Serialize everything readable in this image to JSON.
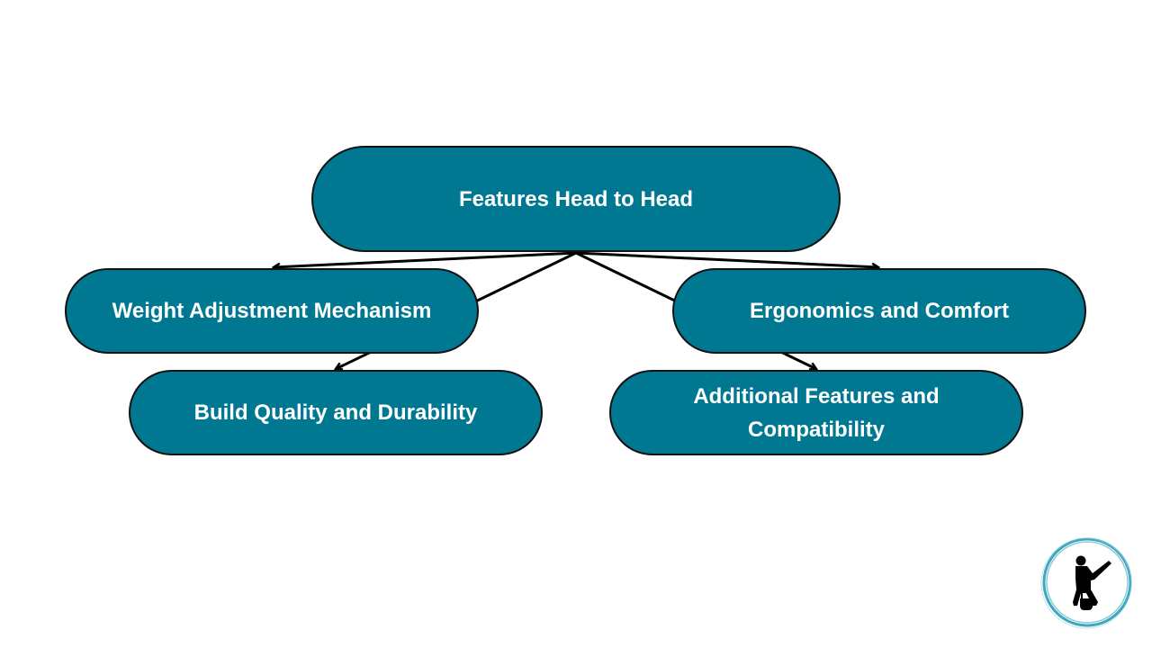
{
  "diagram": {
    "type": "hierarchy",
    "root": {
      "label": "Features Head to Head"
    },
    "nodes": [
      {
        "id": "weight",
        "label": "Weight Adjustment Mechanism"
      },
      {
        "id": "ergo",
        "label": "Ergonomics and Comfort"
      },
      {
        "id": "build",
        "label": "Build Quality and Durability"
      },
      {
        "id": "additional",
        "label": "Additional Features and Compatibility"
      }
    ],
    "edges": [
      {
        "from": "root",
        "to": "weight"
      },
      {
        "from": "root",
        "to": "ergo"
      },
      {
        "from": "root",
        "to": "build"
      },
      {
        "from": "root",
        "to": "additional"
      }
    ]
  },
  "colors": {
    "node_fill": "#007891",
    "node_border": "#111111",
    "text": "#ffffff",
    "logo_ring": "#3ea7bd"
  },
  "logo": {
    "icon": "kettlebell-athlete-icon"
  }
}
